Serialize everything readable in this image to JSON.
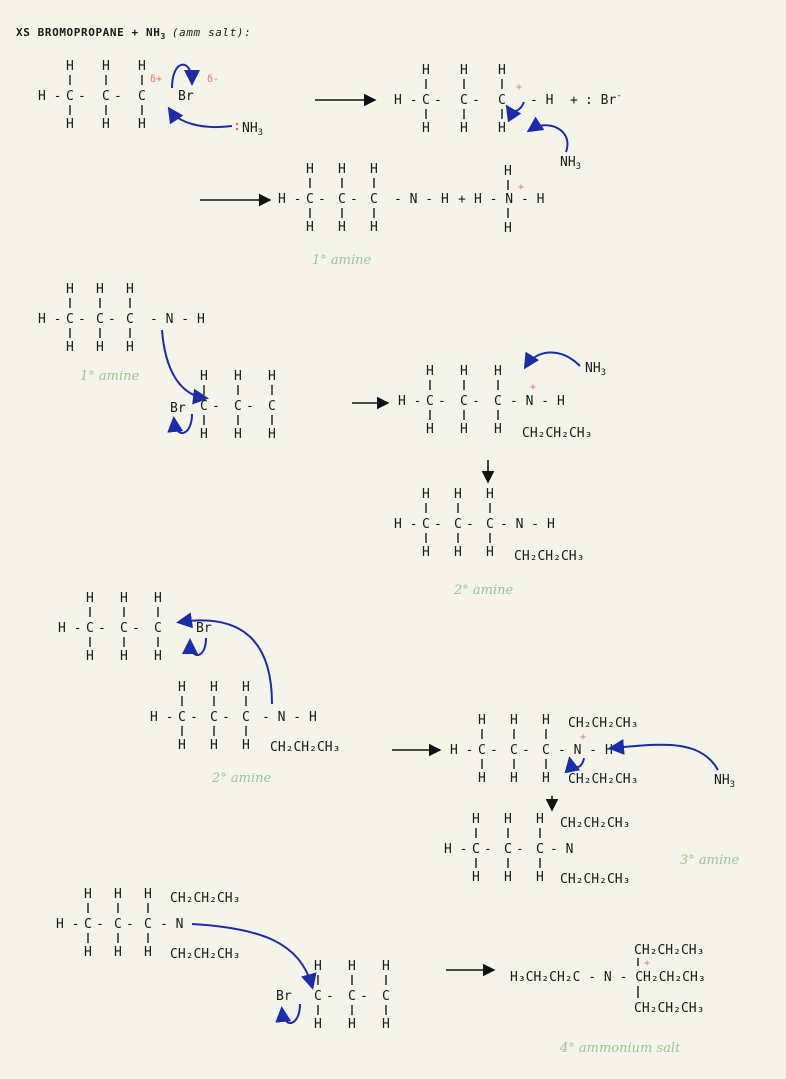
{
  "title": "XS BROMOPROPANE + NH",
  "title_sub": "3",
  "title_tail": "(amm salt):",
  "labels": {
    "primary": "1° amine",
    "primary2": "1° amine",
    "secondary": "2° amine",
    "secondary2": "2° amine",
    "tertiary": "3° amine",
    "quaternary": "4° ammonium salt"
  },
  "species": {
    "nh3": "NH",
    "three": "3",
    "br": "Br",
    "bromide": ": Br",
    "plus": "+",
    "delta_plus": "δ+",
    "delta_minus": "δ-",
    "propyl": "CH₂CH₂CH₃",
    "quat_left": "H₃CH₂CH₂C - N - CH₂CH₂CH₃"
  },
  "colors": {
    "arrow_blue": "#1c2ca8",
    "label_green": "#9cc39b",
    "charge_red": "#e5736a",
    "background": "#f5f4ea"
  }
}
